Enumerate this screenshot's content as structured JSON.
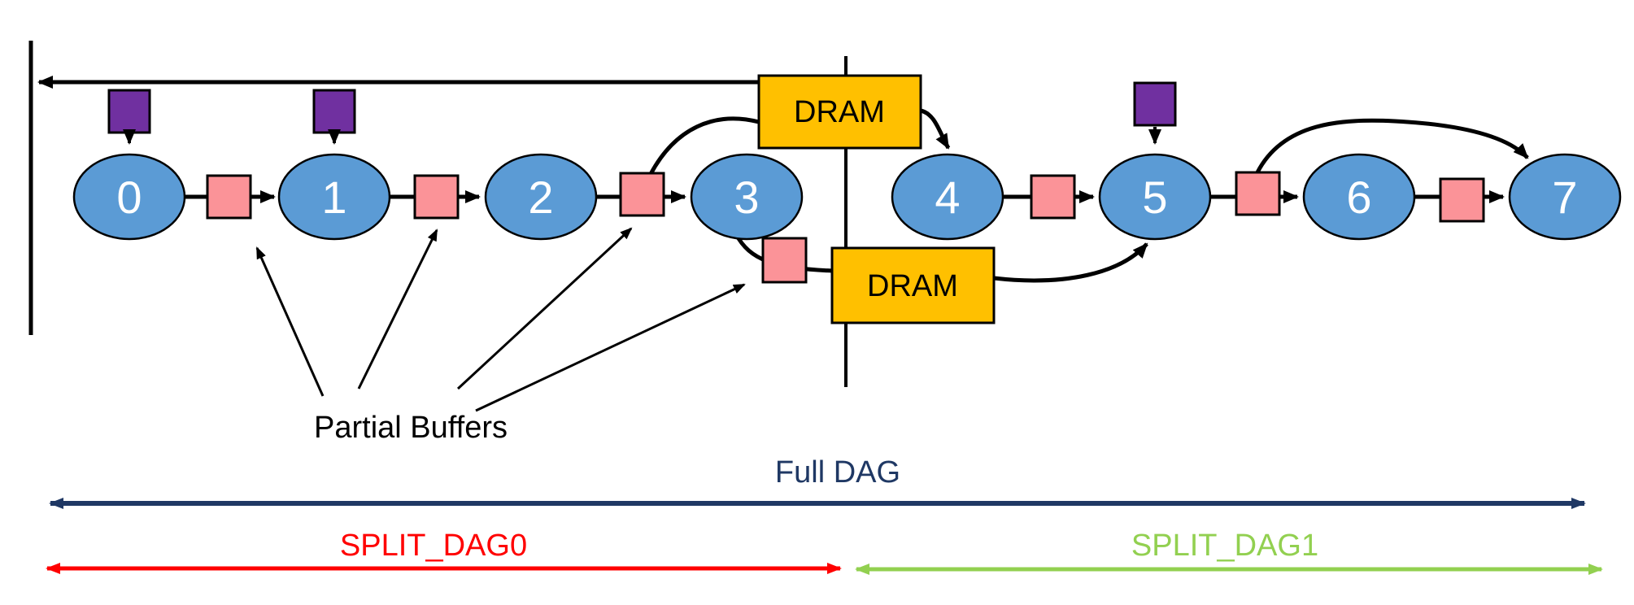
{
  "colors": {
    "node_fill": "#5B9BD5",
    "node_text": "#FFFFFF",
    "partial_buffer_fill": "#FB9398",
    "input_buffer_fill": "#7030A0",
    "dram_fill": "#FFC000",
    "edge": "#000000",
    "full_dag": "#1F3864",
    "split_dag0": "#FF0000",
    "split_dag1": "#92D050"
  },
  "nodes": [
    {
      "label": "0"
    },
    {
      "label": "1"
    },
    {
      "label": "2"
    },
    {
      "label": "3"
    },
    {
      "label": "4"
    },
    {
      "label": "5"
    },
    {
      "label": "6"
    },
    {
      "label": "7"
    }
  ],
  "dram_top": {
    "label": "DRAM"
  },
  "dram_bottom": {
    "label": "DRAM"
  },
  "labels": {
    "partial_buffers": "Partial Buffers",
    "full_dag": "Full DAG",
    "split_dag0": "SPLIT_DAG0",
    "split_dag1": "SPLIT_DAG1"
  }
}
